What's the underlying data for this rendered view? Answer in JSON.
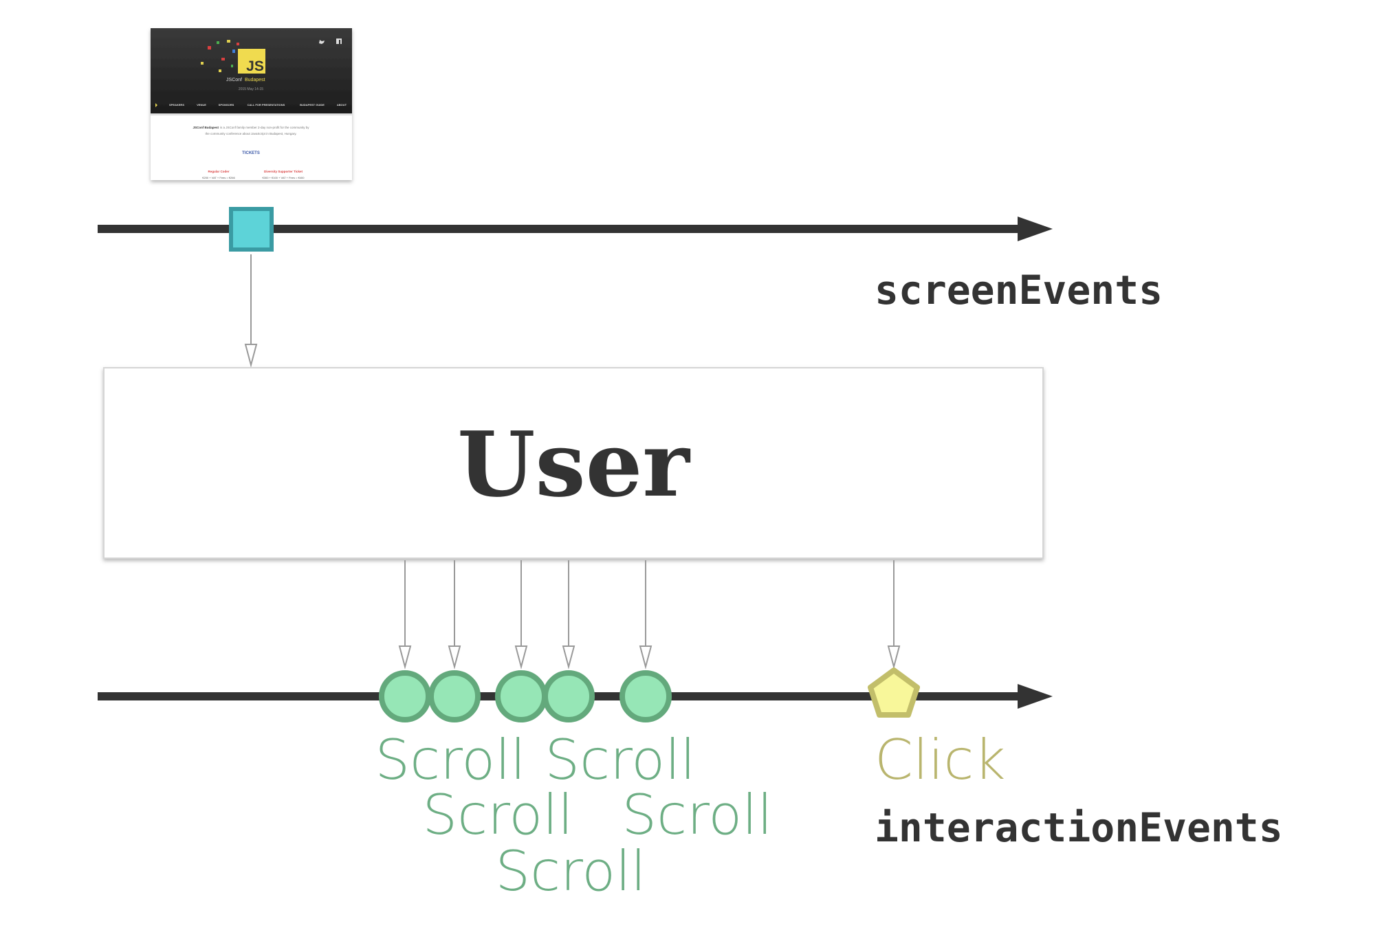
{
  "screenshot": {
    "logo_text": "JS",
    "conf_name": "JSConf",
    "conf_city": "Budapest",
    "conf_dates": "2015 May 14-15",
    "nav": [
      "SPEAKERS",
      "VENUE",
      "SPONSORS",
      "CALL FOR PRESENTATIONS",
      "BUDAPEST GUIDE",
      "ABOUT"
    ],
    "intro_bold": "JSConf Budapest",
    "intro_line1": "is a JSConf family member 2-day non-profit for the community by",
    "intro_line2": "the community conference about JavaScript in Budapest, Hungary.",
    "tickets_label": "TICKETS",
    "ticket_types": [
      {
        "name": "Regular Coder",
        "price": "€200 + VAT + Fees = €266"
      },
      {
        "name": "Diversity Supporter Ticket",
        "price": "€300 + €100 + VAT + Fees = €400"
      }
    ]
  },
  "streams": {
    "screen_label": "screenEvents",
    "interaction_label": "interactionEvents"
  },
  "user_box": {
    "label": "User"
  },
  "interaction_events": [
    {
      "label": "Scroll",
      "shape": "circle"
    },
    {
      "label": "Scroll",
      "shape": "circle"
    },
    {
      "label": "Scroll",
      "shape": "circle"
    },
    {
      "label": "Scroll",
      "shape": "circle"
    },
    {
      "label": "Scroll",
      "shape": "circle"
    },
    {
      "label": "Click",
      "shape": "pentagon"
    }
  ],
  "colors": {
    "line": "#333333",
    "arrow_gray": "#999999",
    "screen_event_fill": "#5DD3D8",
    "screen_event_stroke": "#3A9BA3",
    "scroll_fill": "#96E6B6",
    "scroll_stroke": "#63A97C",
    "scroll_text": "#6DAE84",
    "click_fill": "#F8F79A",
    "click_stroke": "#C2BE6A",
    "click_text": "#B9B56E"
  }
}
